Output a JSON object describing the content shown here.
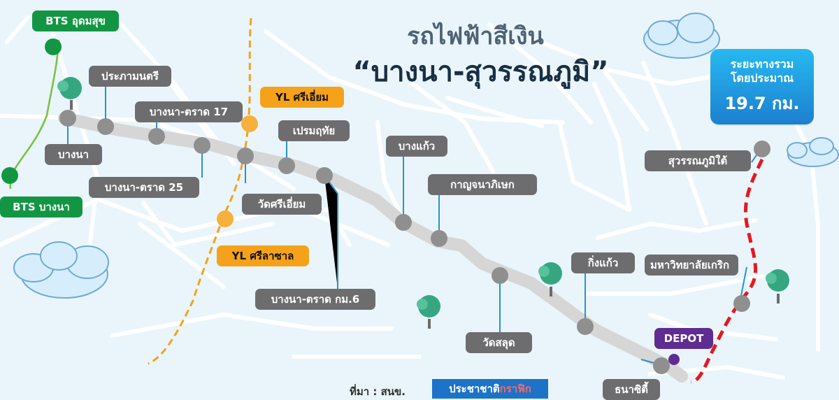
{
  "title": {
    "line1": "รถไฟฟ้าสีเงิน",
    "line2": "“บางนา-สุวรรณภูมิ”"
  },
  "distance": {
    "line1": "ระยะทางรวม",
    "line2": "โดยประมาณ",
    "value": "19.7 กม."
  },
  "labels": {
    "bts_udom_suk": "BTS อุดมสุข",
    "bts_bang_na": "BTS บางนา",
    "yl_si_iam": "YL ศรีเอี่ยม",
    "yl_si_la_sal": "YL ศรีลาซาล",
    "depot": "DEPOT",
    "stations": {
      "bang_na": "บางนา",
      "prapa_montri": "ประภามนตรี",
      "bang_na_trad_17": "บางนา-ตราด 17",
      "bang_na_trad_25": "บางนา-ตราด 25",
      "wat_si_iam": "วัดศรีเอี่ยม",
      "prem_tu_tai": "เปรมฤทัย",
      "bang_na_trad_km6": "บางนา-ตราด กม.6",
      "bang_kaew": "บางแก้ว",
      "kanchana_phisek": "กาญจนาภิเษก",
      "wat_salud": "วัดสลุด",
      "king_kaew": "กิ่งแก้ว",
      "thanasiti": "ธนาซิตี้",
      "university": "มหาวิทยาลัยเกริก",
      "suvarnabhumi_tai": "สุวรรณภูมิใต้"
    }
  },
  "source": {
    "label": "ที่มา : สนข.",
    "brand_blue": "ประชาชาติ",
    "brand_red": "กราฟิก"
  },
  "colors": {
    "map_bg": "#e9f5fb",
    "road": "#ffffff",
    "route": "#d9d9d9",
    "station": "#8f8f8f",
    "yellow_line": "#f6a11a",
    "green_line": "#7cc242",
    "red_dashed": "#e21a21",
    "tree": "#36a681"
  }
}
